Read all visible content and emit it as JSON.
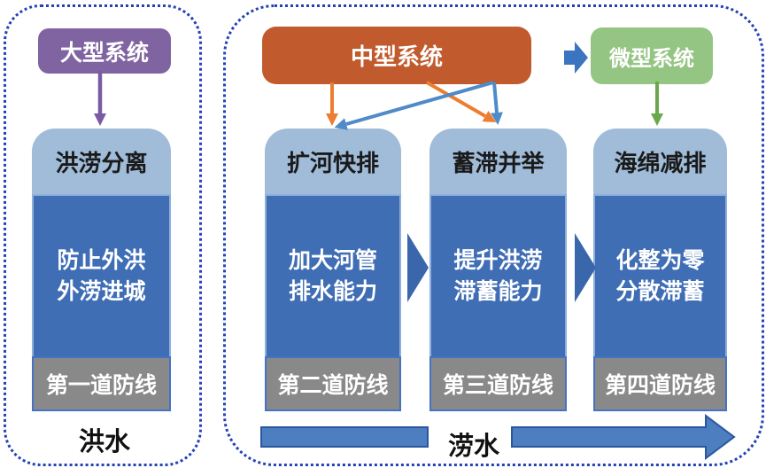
{
  "left_panel": {
    "system_box": "大型系统",
    "column": {
      "header": "洪涝分离",
      "body": "防止外洪\n外涝进城",
      "footer": "第一道防线"
    },
    "caption": "洪水"
  },
  "right_panel": {
    "medium_system_box": "中型系统",
    "micro_system_box": "微型系统",
    "columns": [
      {
        "header": "扩河快排",
        "body": "加大河管\n排水能力",
        "footer": "第二道防线"
      },
      {
        "header": "蓄滞并举",
        "body": "提升洪涝\n滞蓄能力",
        "footer": "第三道防线"
      },
      {
        "header": "海绵减排",
        "body": "化整为零\n分散滞蓄",
        "footer": "第四道防线"
      }
    ],
    "caption": "涝水"
  },
  "colors": {
    "panel_border": "#2342B5",
    "purple_box": "#8064A2",
    "orange_box": "#C15A2C",
    "green_box": "#95C583",
    "column_header": "#A0BCD8",
    "column_body": "#3F6EB5",
    "column_footer": "#898989",
    "purple_arrow": "#7A5BA3",
    "green_arrow": "#6BA84D",
    "orange_arrow": "#ED7D31",
    "blue_arrow": "#4E8BC8",
    "chevron_blue": "#3A66AC",
    "flow_arrow_fill": "#4C7EC0",
    "flow_arrow_stroke": "#2C569E"
  }
}
